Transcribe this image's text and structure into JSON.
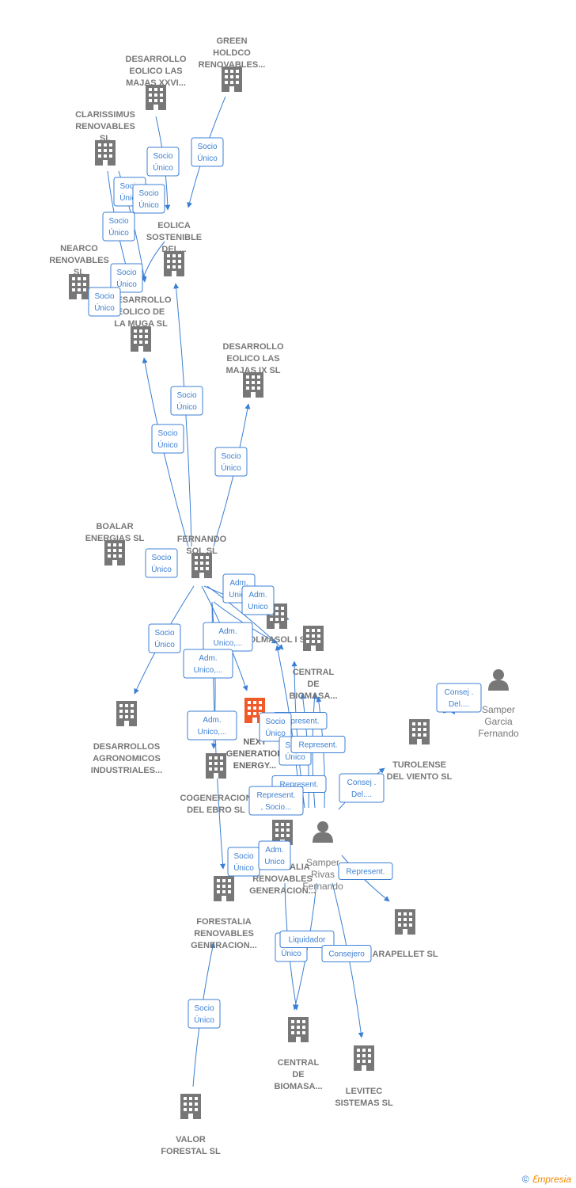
{
  "colors": {
    "edge": "#3b7fd4",
    "node": "#777777",
    "highlight": "#f05a28"
  },
  "nodes": [
    {
      "id": "green",
      "lines": [
        "GREEN",
        "HOLDCO",
        "RENOVABLES..."
      ],
      "icon": "building-icon"
    },
    {
      "id": "majas26",
      "lines": [
        "DESARROLLO",
        "EOLICO LAS",
        "MAJAS XXVI..."
      ],
      "icon": "building-icon"
    },
    {
      "id": "clarissimus",
      "lines": [
        "CLARISSIMUS",
        "RENOVABLES",
        "SL"
      ],
      "icon": "building-icon"
    },
    {
      "id": "eolica",
      "lines": [
        "EOLICA",
        "SOSTENIBLE",
        "DEL..."
      ],
      "icon": "building-icon"
    },
    {
      "id": "nearco",
      "lines": [
        "NEARCO",
        "RENOVABLES",
        "SL"
      ],
      "icon": "building-icon"
    },
    {
      "id": "muga",
      "lines": [
        "DESARROLLO",
        "EOLICO DE",
        "LA MUGA SL"
      ],
      "icon": "building-icon"
    },
    {
      "id": "majas9",
      "lines": [
        "DESARROLLO",
        "EOLICO LAS",
        "MAJAS IX  SL"
      ],
      "icon": "building-icon"
    },
    {
      "id": "boalar",
      "lines": [
        "BOALAR",
        "ENERGIAS  SL"
      ],
      "icon": "building-icon"
    },
    {
      "id": "fernando",
      "lines": [
        "FERNANDO",
        "SOL SL"
      ],
      "icon": "building-icon"
    },
    {
      "id": "solmasol",
      "lines": [
        "SOLMASOL I SL"
      ],
      "icon": "building-icon"
    },
    {
      "id": "centralbio1",
      "lines": [
        "CENTRAL",
        "DE",
        "BIOMASA..."
      ],
      "icon": "building-icon"
    },
    {
      "id": "samperg",
      "lines": [
        "Samper",
        "Garcia",
        "Fernando"
      ],
      "icon": "person-icon"
    },
    {
      "id": "desagro",
      "lines": [
        "DESARROLLOS",
        "AGRONOMICOS",
        "INDUSTRIALES..."
      ],
      "icon": "building-icon"
    },
    {
      "id": "next",
      "lines": [
        "NEXT",
        "GENERATION",
        "ENERGY..."
      ],
      "icon": "building-icon",
      "highlight": true
    },
    {
      "id": "turolense",
      "lines": [
        "TUROLENSE",
        "DEL VIENTO SL"
      ],
      "icon": "building-icon"
    },
    {
      "id": "cogen",
      "lines": [
        "COGENERACION",
        "DEL EBRO  SL"
      ],
      "icon": "building-icon"
    },
    {
      "id": "forestalia1",
      "lines": [
        "FORESTALIA",
        "RENOVABLES",
        "GENERACION..."
      ],
      "icon": "building-icon"
    },
    {
      "id": "samperr",
      "lines": [
        "Samper",
        "Rivas",
        "Fernando"
      ],
      "icon": "person-icon"
    },
    {
      "id": "forestalia2",
      "lines": [
        "FORESTALIA",
        "RENOVABLES",
        "GENERACION..."
      ],
      "icon": "building-icon"
    },
    {
      "id": "arapellet",
      "lines": [
        "ARAPELLET  SL"
      ],
      "icon": "building-icon"
    },
    {
      "id": "centralbio2",
      "lines": [
        "CENTRAL",
        "DE",
        "BIOMASA..."
      ],
      "icon": "building-icon"
    },
    {
      "id": "levitec",
      "lines": [
        "LEVITEC",
        "SISTEMAS  SL"
      ],
      "icon": "building-icon"
    },
    {
      "id": "valor",
      "lines": [
        "VALOR",
        "FORESTAL SL"
      ],
      "icon": "building-icon"
    }
  ],
  "edge_labels": {
    "socio": [
      "Socio",
      "Único"
    ],
    "adm": [
      "Adm.",
      "Unico"
    ],
    "admc": [
      "Adm.",
      "Unico,..."
    ],
    "rep": [
      "Represent."
    ],
    "repsocio": [
      "Represent.",
      ", Socio..."
    ],
    "consej": [
      "Consej .",
      "Del...."
    ],
    "liq": [
      "Liquidador"
    ],
    "consejero": [
      "Consejero"
    ]
  },
  "footer": {
    "copyright": "©",
    "brand_e": "ℇ",
    "brand_rest": "mpresia"
  }
}
